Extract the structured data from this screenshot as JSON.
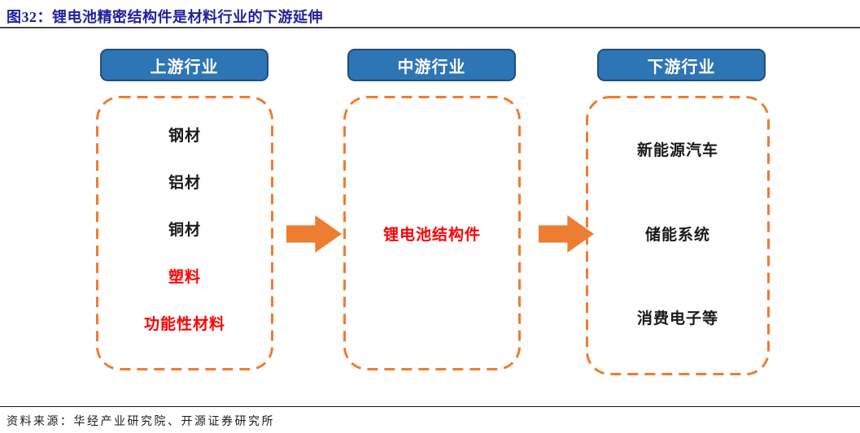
{
  "figure": {
    "title": "图32：锂电池精密结构件是材料行业的下游延伸",
    "source_note": "资料来源：华经产业研究院、开源证券研究所"
  },
  "columns": [
    {
      "header": "上游行业",
      "items": [
        {
          "label": "钢材",
          "color": "#1a1a1a"
        },
        {
          "label": "铝材",
          "color": "#1a1a1a"
        },
        {
          "label": "铜材",
          "color": "#1a1a1a"
        },
        {
          "label": "塑料",
          "color": "#FF0000"
        },
        {
          "label": "功能性材料",
          "color": "#FF0000"
        }
      ]
    },
    {
      "header": "中游行业",
      "items": [
        {
          "label": "锂电池结构件",
          "color": "#FF0000"
        }
      ]
    },
    {
      "header": "下游行业",
      "items": [
        {
          "label": "新能源汽车",
          "color": "#1a1a1a"
        },
        {
          "label": "储能系统",
          "color": "#1a1a1a"
        },
        {
          "label": "消费电子等",
          "color": "#1a1a1a"
        }
      ]
    }
  ],
  "colors": {
    "title_color": "#21209C",
    "header_fill": "#2E75B6",
    "header_border": "#1F4E79",
    "dashed_border": "#ED7D31",
    "arrow_color": "#ED7D31",
    "highlight_red": "#FF0000"
  }
}
